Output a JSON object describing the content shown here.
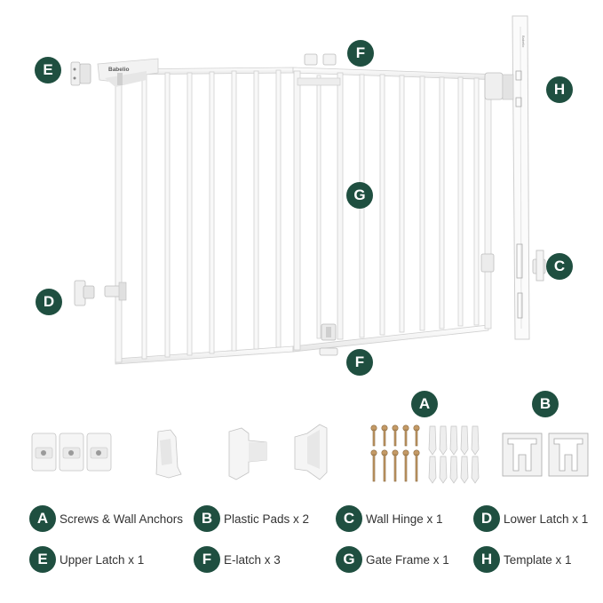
{
  "colors": {
    "badge": "#1f4f40",
    "badge_text": "#ffffff",
    "gate": "#f4f4f4",
    "gate_edge": "#c8c8c8",
    "screw": "#b58a55",
    "anchor": "#e9e9e9"
  },
  "brand_text": "Babelio",
  "template_text": "Babelio",
  "diagram_labels": {
    "E": "E",
    "F_top": "F",
    "H": "H",
    "G": "G",
    "C": "C",
    "D": "D",
    "F_bottom": "F"
  },
  "parts_labels": {
    "A": "A",
    "B": "B"
  },
  "legend": [
    {
      "letter": "A",
      "text": "Screws & Wall Anchors"
    },
    {
      "letter": "B",
      "text": "Plastic Pads x 2"
    },
    {
      "letter": "C",
      "text": "Wall Hinge x 1"
    },
    {
      "letter": "D",
      "text": "Lower Latch x 1"
    },
    {
      "letter": "E",
      "text": "Upper Latch x 1"
    },
    {
      "letter": "F",
      "text": "E-latch x 3"
    },
    {
      "letter": "G",
      "text": "Gate Frame x 1"
    },
    {
      "letter": "H",
      "text": "Template x 1"
    }
  ]
}
